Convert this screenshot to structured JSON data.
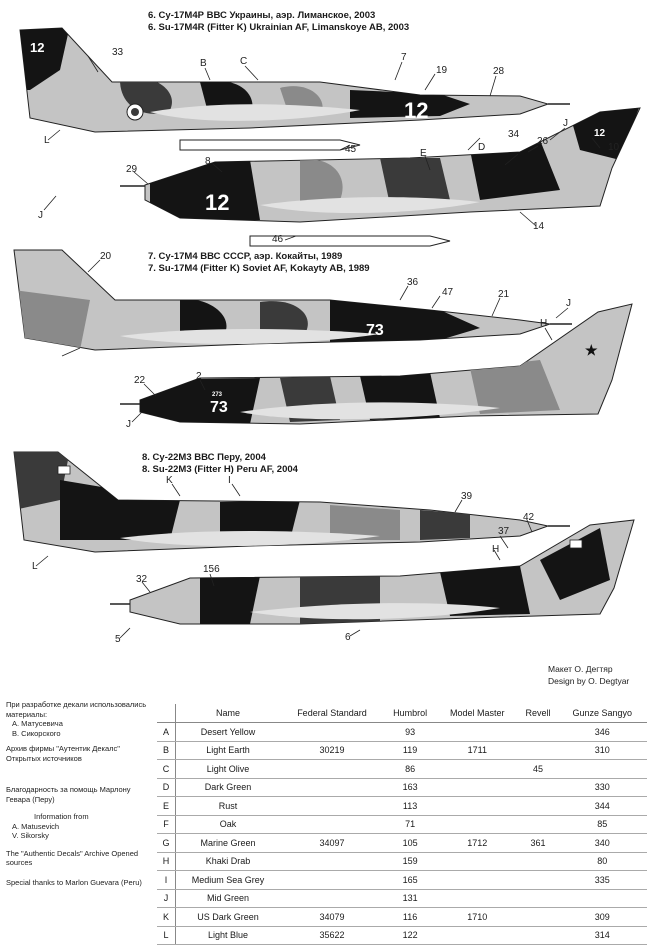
{
  "captions": [
    {
      "ru": "6. Су-17М4Р ВВС Украины, аэр. Лиманское, 2003",
      "en": "6. Su-17M4R (Fitter K) Ukrainian AF, Limanskoye AB, 2003"
    },
    {
      "ru": "7. Су-17М4 ВВС СССР, аэр. Кокайты, 1989",
      "en": "7. Su-17M4 (Fitter K) Soviet AF, Kokayty AB, 1989"
    },
    {
      "ru": "8. Су-22М3 ВВС Перу, 2004",
      "en": "8. Su-22M3 (Fitter H) Peru AF, 2004"
    }
  ],
  "callouts": {
    "a1": {
      "n33": "33",
      "B": "B",
      "C": "C",
      "n7": "7",
      "n19": "19",
      "n28": "28",
      "L": "L",
      "n45": "45",
      "J": "J",
      "n26": "26",
      "n34": "34",
      "D": "D",
      "n10": "10",
      "n8": "8",
      "E": "E",
      "n29": "29",
      "J2": "J",
      "n14": "14",
      "n46": "46"
    },
    "a2": {
      "n20": "20",
      "n36": "36",
      "n47": "47",
      "n21": "21",
      "J": "J",
      "H": "H",
      "n2": "2",
      "n22": "22",
      "J2": "J"
    },
    "a3": {
      "K": "K",
      "I": "I",
      "n39": "39",
      "n42": "42",
      "n37": "37",
      "H": "H",
      "n156": "156",
      "n32": "32",
      "n5": "5",
      "n6": "6",
      "L": "L"
    }
  },
  "tail_numbers": {
    "a1_nose": "12",
    "a1_fin": "12",
    "a1_lower": "12",
    "a2_upper": "73",
    "a2_lower": "73",
    "a2_small": "273"
  },
  "credits": {
    "ru": "Макет О. Дегтяр",
    "en": "Design by O. Degtyar"
  },
  "notes": {
    "ru_materials": "При разработке декали использовались материалы:",
    "ru_p1": "А. Матусевича",
    "ru_p2": "В. Сикорского",
    "ru_archive": "Архив фирмы \"Аутентик Декалс\" Открытых источников",
    "ru_thanks": "Благодарность за помощь Марлону Геварa (Перу)",
    "en_info": "Information from",
    "en_p1": "A. Matusevich",
    "en_p2": "V. Sikorsky",
    "en_archive": "The \"Authentic Decals\" Archive Opened sources",
    "en_thanks": "Special thanks to Marlon Guevara (Peru)"
  },
  "paint_table": {
    "headers": [
      "",
      "Name",
      "Federal Standard",
      "Humbrol",
      "Model Master",
      "Revell",
      "Gunze Sangyo"
    ],
    "rows": [
      [
        "A",
        "Desert Yellow",
        "",
        "93",
        "",
        "",
        "346"
      ],
      [
        "B",
        "Light Earth",
        "30219",
        "119",
        "1711",
        "",
        "310"
      ],
      [
        "C",
        "Light Olive",
        "",
        "86",
        "",
        "45",
        ""
      ],
      [
        "D",
        "Dark Green",
        "",
        "163",
        "",
        "",
        "330"
      ],
      [
        "E",
        "Rust",
        "",
        "113",
        "",
        "",
        "344"
      ],
      [
        "F",
        "Oak",
        "",
        "71",
        "",
        "",
        "85"
      ],
      [
        "G",
        "Marine Green",
        "34097",
        "105",
        "1712",
        "361",
        "340"
      ],
      [
        "H",
        "Khaki Drab",
        "",
        "159",
        "",
        "",
        "80"
      ],
      [
        "I",
        "Medium Sea Grey",
        "",
        "165",
        "",
        "",
        "335"
      ],
      [
        "J",
        "Mid Green",
        "",
        "131",
        "",
        "",
        ""
      ],
      [
        "K",
        "US Dark Green",
        "34079",
        "116",
        "1710",
        "",
        "309"
      ],
      [
        "L",
        "Light Blue",
        "35622",
        "122",
        "",
        "",
        "314"
      ]
    ]
  },
  "colors": {
    "black": "#141414",
    "dark": "#3a3a3a",
    "mid": "#8a8a8a",
    "light": "#c4c4c4",
    "pale": "#e2e2e2"
  }
}
